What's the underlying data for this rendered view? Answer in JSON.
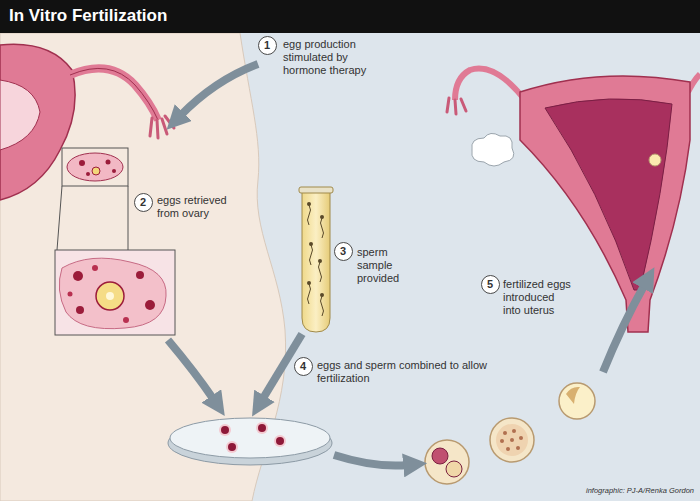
{
  "diagram": {
    "title": "In Vitro Fertilization",
    "nodes": [
      {
        "text": [
          "1"
        ]
      },
      {
        "text": [
          "2"
        ]
      },
      {
        "text": [
          "3"
        ]
      },
      {
        "text": [
          "4"
        ]
      },
      {
        "text": [
          "5"
        ]
      }
    ],
    "labels": [
      "egg production stimulated by hormone therapy",
      "eggs retrieved from ovary",
      "sperm sample provided",
      "eggs and sperm combined to allow fertilization",
      "fertilized eggs introduced into uterus",
      "infographic: PJ-A/Renka Gordon"
    ]
  }
}
